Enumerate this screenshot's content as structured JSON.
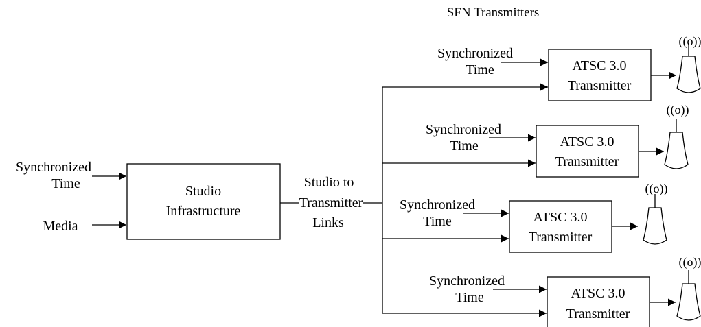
{
  "diagram": {
    "title": "SFN Transmitters",
    "inputs": {
      "sync_time_line1": "Synchronized",
      "sync_time_line2": "Time",
      "media": "Media"
    },
    "studio": {
      "line1": "Studio",
      "line2": "Infrastructure"
    },
    "links": {
      "line1": "Studio to",
      "line2": "Transmitter",
      "line3": "Links"
    },
    "transmitters": [
      {
        "sync_line1": "Synchronized",
        "sync_line2": "Time",
        "line1": "ATSC 3.0",
        "line2": "Transmitter"
      },
      {
        "sync_line1": "Synchronized",
        "sync_line2": "Time",
        "line1": "ATSC 3.0",
        "line2": "Transmitter"
      },
      {
        "sync_line1": "Synchronized",
        "sync_line2": "Time",
        "line1": "ATSC 3.0",
        "line2": "Transmitter"
      },
      {
        "sync_line1": "Synchronized",
        "sync_line2": "Time",
        "line1": "ATSC 3.0",
        "line2": "Transmitter"
      }
    ],
    "antenna_signal_glyph": "((o))",
    "colors": {
      "stroke": "#000000",
      "background": "#ffffff"
    }
  }
}
